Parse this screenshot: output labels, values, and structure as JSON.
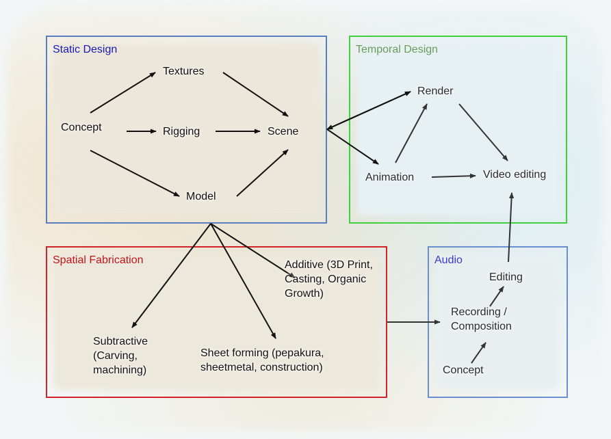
{
  "groups": {
    "static_design": {
      "title": "Static Design",
      "color": "#1a1ab0"
    },
    "temporal_design": {
      "title": "Temporal Design",
      "color": "#6a9c5e"
    },
    "spatial_fabrication": {
      "title": "Spatial Fabrication",
      "color": "#c3141c"
    },
    "audio": {
      "title": "Audio",
      "color": "#3a3ac8"
    }
  },
  "nodes": {
    "concept": "Concept",
    "textures": "Textures",
    "rigging": "Rigging",
    "model": "Model",
    "scene": "Scene",
    "render": "Render",
    "animation": "Animation",
    "video_editing": "Video editing",
    "subtractive": "Subtractive\n(Carving,\nmachining)",
    "sheet_forming": "Sheet forming (pepakura,\nsheetmetal, construction)",
    "additive": "Additive (3D Print,\nCasting, Organic\nGrowth)",
    "audio_concept": "Concept",
    "recording": "Recording /\nComposition",
    "audio_editing": "Editing"
  },
  "edges": [
    {
      "from": "Concept",
      "to": "Textures"
    },
    {
      "from": "Concept",
      "to": "Rigging"
    },
    {
      "from": "Concept",
      "to": "Model"
    },
    {
      "from": "Textures",
      "to": "Scene"
    },
    {
      "from": "Rigging",
      "to": "Scene"
    },
    {
      "from": "Model",
      "to": "Scene"
    },
    {
      "from": "Scene",
      "to": "Render"
    },
    {
      "from": "Scene",
      "to": "Animation"
    },
    {
      "from": "Animation",
      "to": "Render"
    },
    {
      "from": "Animation",
      "to": "Video editing"
    },
    {
      "from": "Render",
      "to": "Video editing"
    },
    {
      "from": "Static Design",
      "to": "Subtractive"
    },
    {
      "from": "Static Design",
      "to": "Sheet forming"
    },
    {
      "from": "Static Design",
      "to": "Additive"
    },
    {
      "from": "Spatial Fabrication",
      "to": "Recording / Composition"
    },
    {
      "from": "Audio Concept",
      "to": "Recording / Composition"
    },
    {
      "from": "Recording / Composition",
      "to": "Audio Editing"
    },
    {
      "from": "Audio Editing",
      "to": "Video editing"
    }
  ]
}
